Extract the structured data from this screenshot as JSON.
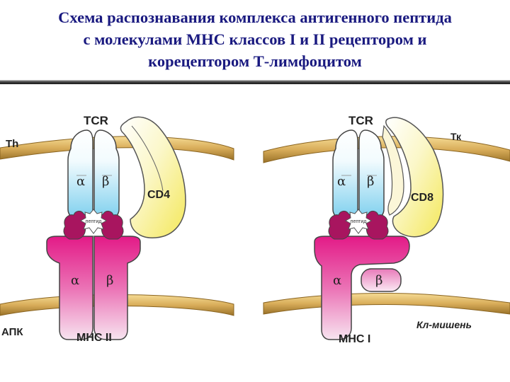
{
  "title": {
    "line1": "Схема распознавания комплекса антигенного пептида",
    "line2": "с молекулами МНС классов I и II рецептором и",
    "line3": "корецептором Т-лимфоцитом"
  },
  "left_panel": {
    "tcr": "TCR",
    "cell_top": "Th",
    "coreceptor": "CD4",
    "tcr_alpha": "α",
    "tcr_beta": "β",
    "peptide": "пептид",
    "mhc_alpha": "α",
    "mhc_beta": "β",
    "cell_bottom": "АПК",
    "mhc": "МНС II"
  },
  "right_panel": {
    "tcr": "TCR",
    "cell_top": "Тк",
    "coreceptor": "CD8",
    "tcr_alpha": "α",
    "tcr_beta": "β",
    "peptide": "пептид",
    "mhc_alpha": "α",
    "mhc_beta": "β",
    "cell_bottom": "Кл-мишень",
    "mhc": "МНС I"
  },
  "colors": {
    "title": "#1a1a80",
    "membrane": "#d9ad5a",
    "tcr_top": "#ffffff",
    "tcr_bottom": "#7fd0ee",
    "coreceptor": "#f4e85a",
    "mhc_top": "#e31a87",
    "mhc_bottom": "#f5ddee",
    "mhc_domain": "#a01660"
  }
}
